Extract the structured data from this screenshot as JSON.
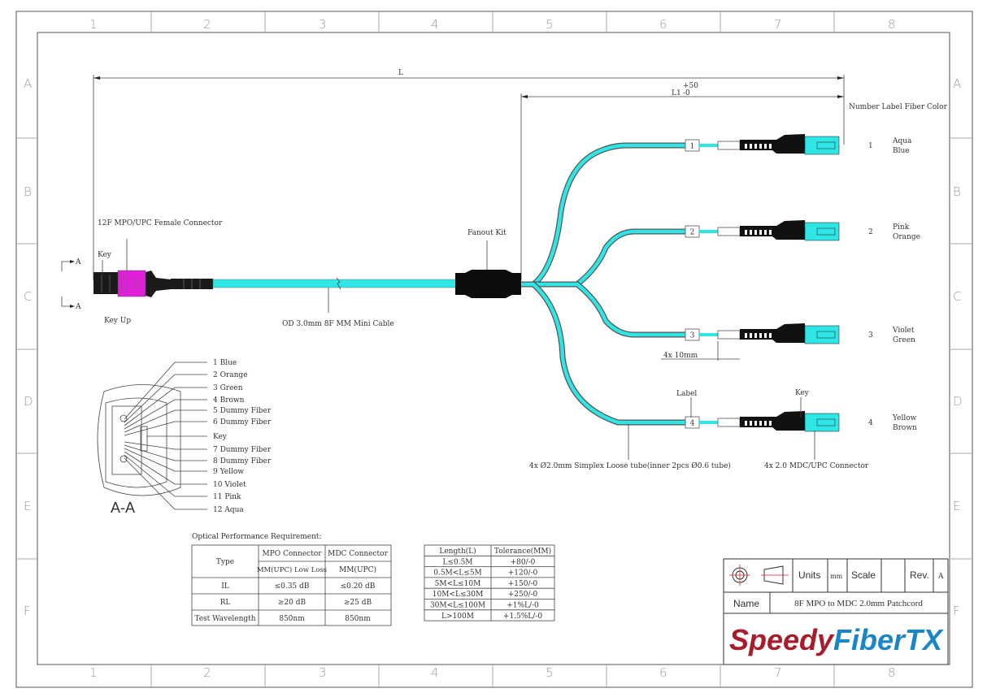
{
  "grid": {
    "columns": [
      "1",
      "2",
      "3",
      "4",
      "5",
      "6",
      "7",
      "8"
    ],
    "rows": [
      "A",
      "B",
      "C",
      "D",
      "E",
      "F"
    ]
  },
  "dimensions": {
    "L": "L",
    "L1": "L1",
    "L1_tol_plus": "+50",
    "L1_tol_minus": "-0",
    "pitch": "4x 10mm"
  },
  "labels": {
    "mpo_connector": "12F MPO/UPC Female Connector",
    "key": "Key",
    "key_up": "Key Up",
    "section_marker": "A",
    "cable": "OD 3.0mm 8F MM Mini Cable",
    "fanout": "Fanout Kit",
    "loose_tube": "4x Ø2.0mm Simplex Loose tube(inner 2pcs Ø0.6 tube)",
    "mdc_connector": "4x 2.0 MDC/UPC Connector",
    "label": "Label",
    "key_mdc": "Key",
    "legend_header": "Number Label Fiber Color",
    "section_title": "A-A"
  },
  "legs": [
    {
      "number": "1",
      "colors": [
        "Aqua",
        "Blue"
      ]
    },
    {
      "number": "2",
      "colors": [
        "Pink",
        "Orange"
      ]
    },
    {
      "number": "3",
      "colors": [
        "Violet",
        "Green"
      ]
    },
    {
      "number": "4",
      "colors": [
        "Yellow",
        "Brown"
      ]
    }
  ],
  "fiber_positions": [
    "1 Blue",
    "2 Orange",
    "3 Green",
    "4 Brown",
    "5 Dummy Fiber",
    "6 Dummy Fiber",
    "Key",
    "7 Dummy Fiber",
    "8 Dummy Fiber",
    "9 Yellow",
    "10 Violet",
    "11 Pink",
    "12 Aqua"
  ],
  "optical": {
    "title": "Optical Performance Requirement:",
    "type_label": "Type",
    "mpo_header": "MPO Connector",
    "mdc_header": "MDC Connector",
    "mpo_sub": "MM(UPC)  Low Loss",
    "mdc_sub": "MM(UPC)",
    "rows": [
      [
        "IL",
        "≤0.35 dB",
        "≤0.20 dB"
      ],
      [
        "RL",
        "≥20 dB",
        "≥25 dB"
      ],
      [
        "Test Wavelength",
        "850nm",
        "850nm"
      ]
    ]
  },
  "tolerance": {
    "headers": [
      "Length(L)",
      "Tolerance(MM)"
    ],
    "rows": [
      [
        "L≤0.5M",
        "+80/-0"
      ],
      [
        "0.5M<L≤5M",
        "+120/-0"
      ],
      [
        "5M<L≤10M",
        "+150/-0"
      ],
      [
        "10M<L≤30M",
        "+250/-0"
      ],
      [
        "30M<L≤100M",
        "+1%L/-0"
      ],
      [
        "L>100M",
        "+1.5%L/-0"
      ]
    ]
  },
  "title_block": {
    "units_label": "Units",
    "units_value": "mm",
    "scale_label": "Scale",
    "scale_value": "",
    "rev_label": "Rev.",
    "rev_value": "A",
    "name_label": "Name",
    "name_value": "8F MPO to MDC 2.0mm Patchcord",
    "logo_part1": "Speedy",
    "logo_part2": "FiberTX"
  },
  "colors": {
    "aqua": "#2ee6e6",
    "magenta": "#e020d8",
    "connector_body": "#111111",
    "logo_red": "#a81c2c",
    "logo_blue": "#1a86c8"
  }
}
